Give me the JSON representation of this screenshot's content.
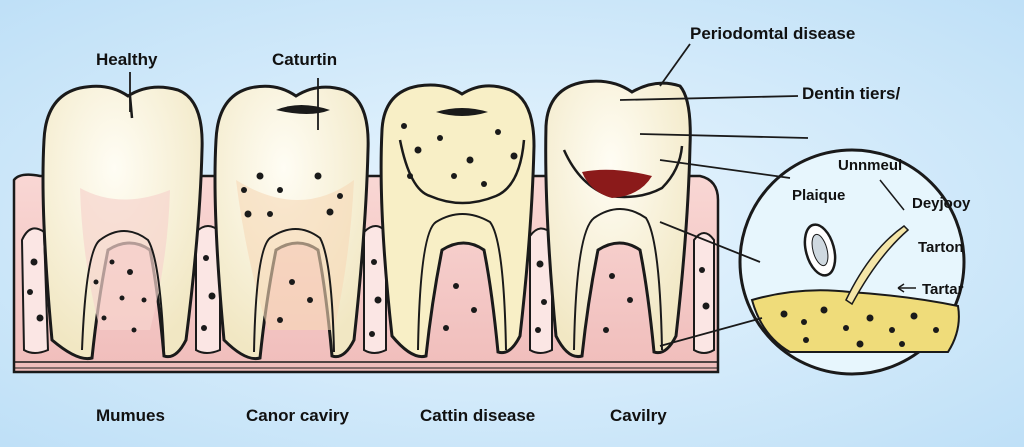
{
  "labels": {
    "top": [
      "Healthy",
      "Caturtin"
    ],
    "right": [
      "Periodomtal disease",
      "Dentin tiers/"
    ],
    "bottom": [
      "Mumues",
      "Canor caviry",
      "Cattin disease",
      "Cavilry"
    ],
    "inset": [
      "Unnmeul",
      "Plaique",
      "Deyjooy",
      "Tarton",
      "Tartar"
    ]
  },
  "colors": {
    "background": "#cfe9fb",
    "gum": "#f4c9c7",
    "enamel": "#fbf6e6",
    "decay": "#8b1a1a",
    "tartar": "#efdc7a",
    "outline": "#1a1a1a"
  }
}
